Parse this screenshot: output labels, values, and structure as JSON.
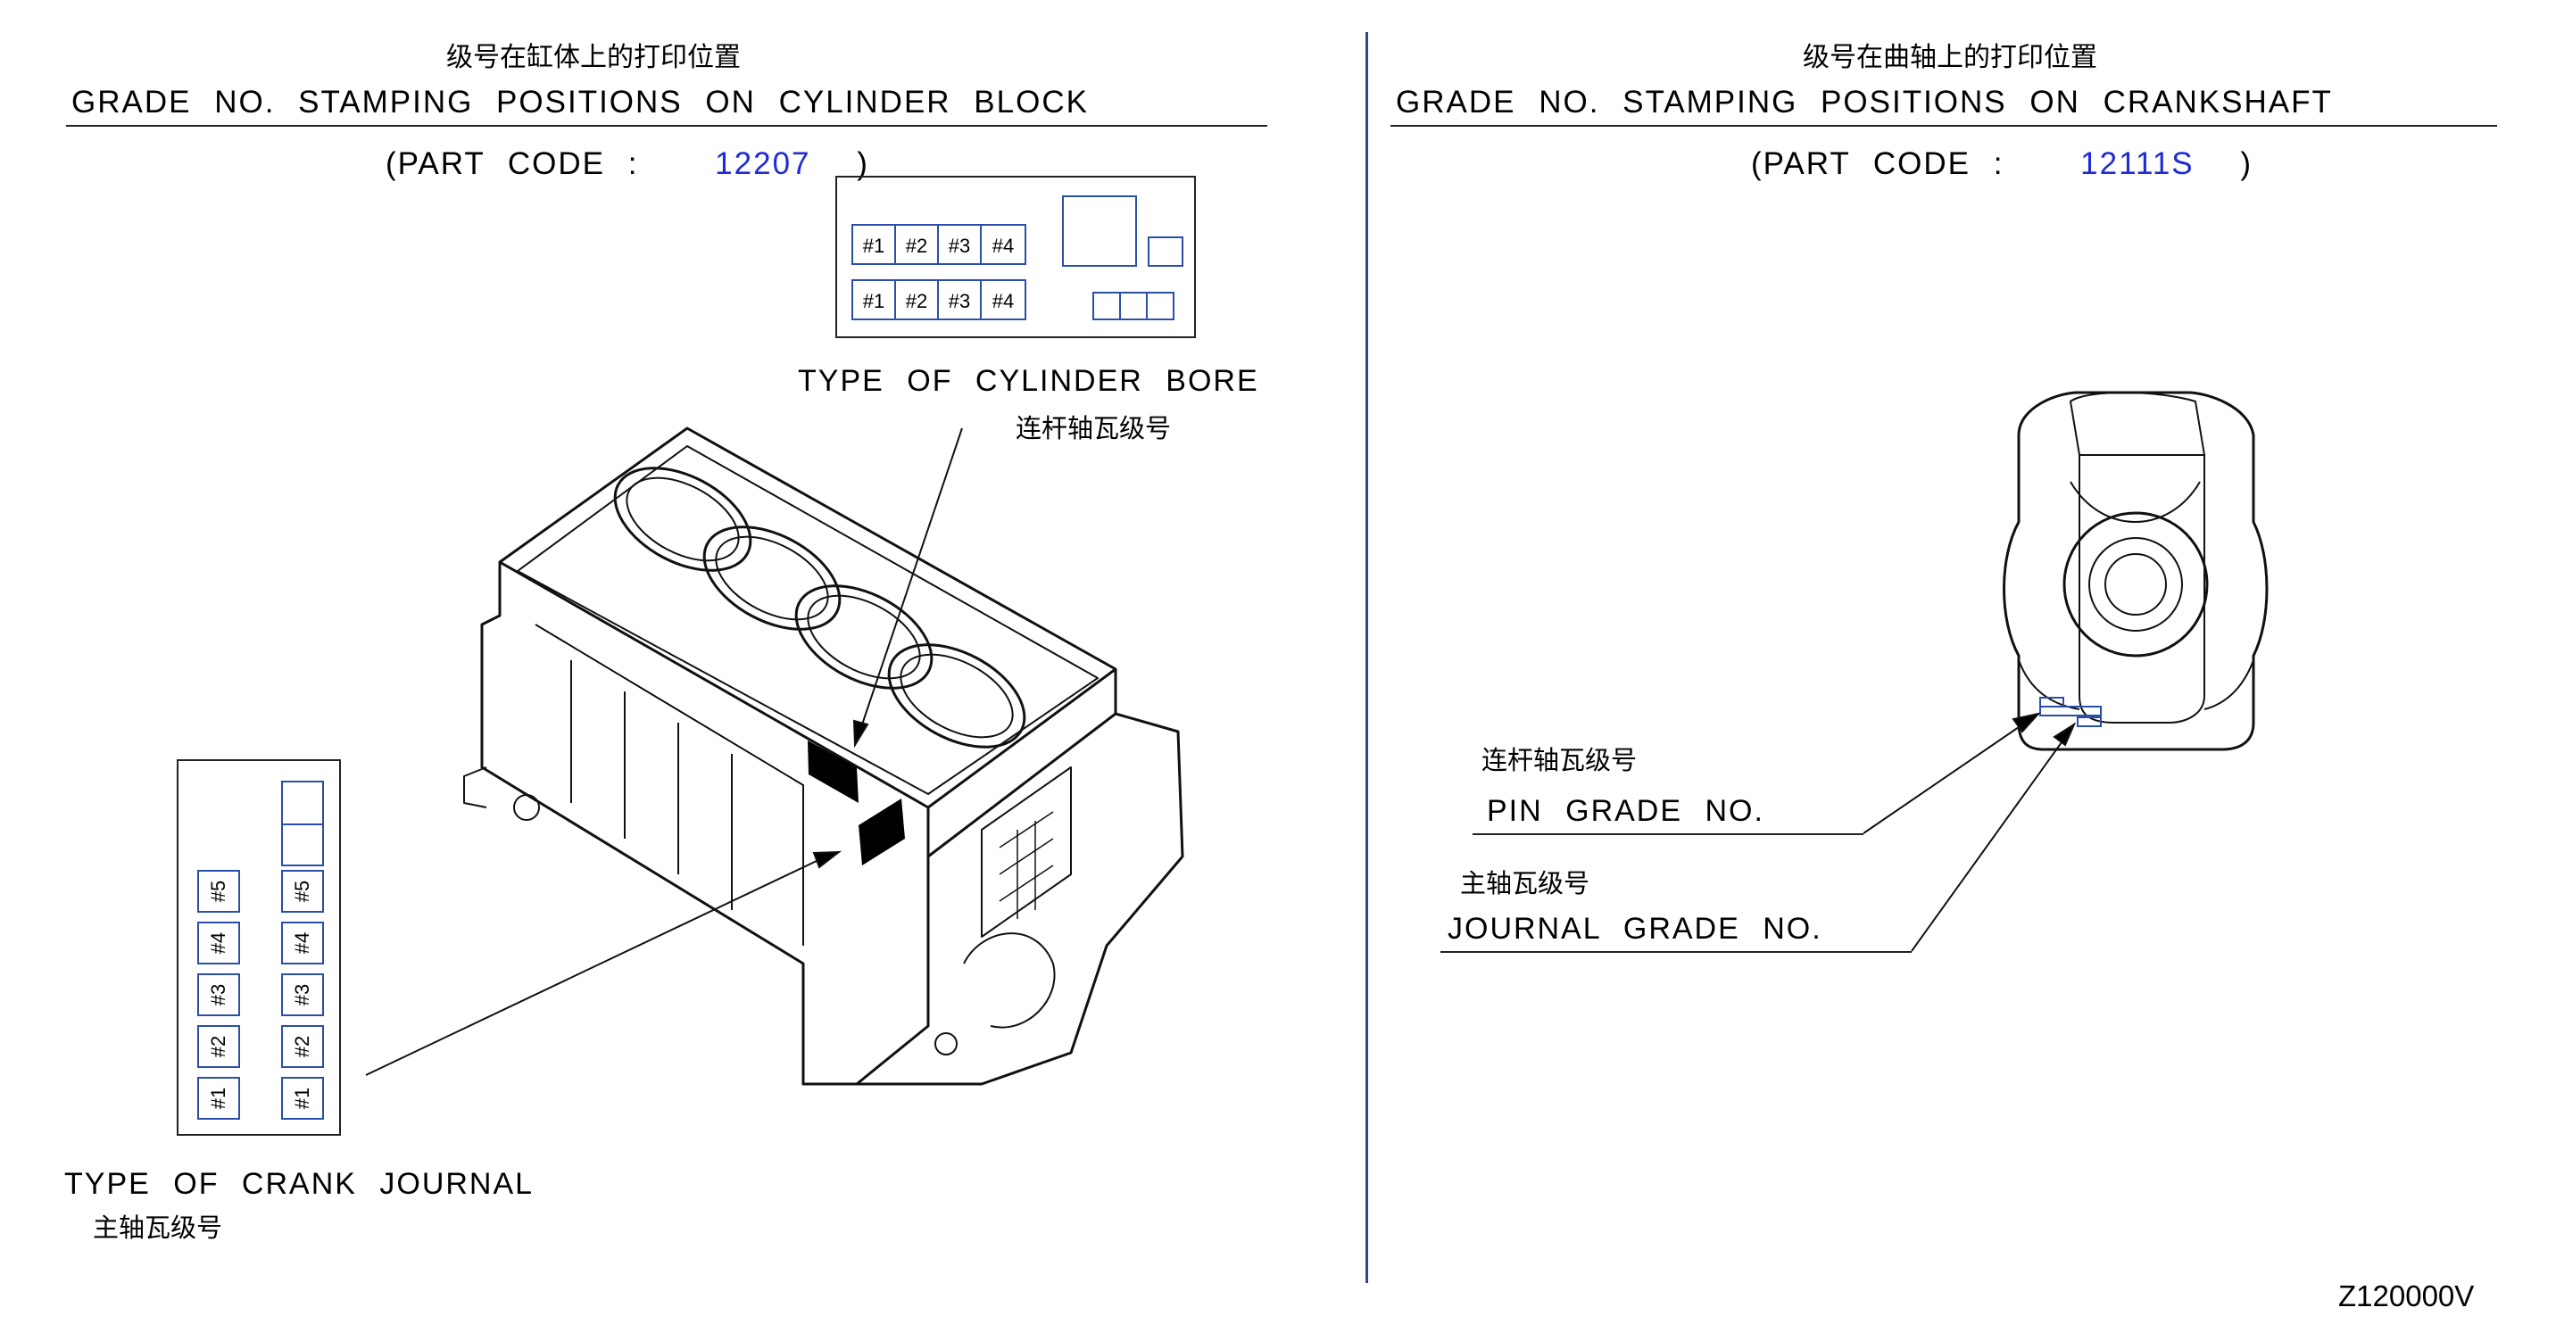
{
  "left": {
    "title_cn": "级号在缸体上的打印位置",
    "title_en": "GRADE  NO.  STAMPING  POSITIONS  ON  CYLINDER  BLOCK",
    "part_code_prefix": "(PART  CODE  :",
    "part_code": "12207",
    "part_code_suffix": ")",
    "bore_label_en": "TYPE  OF  CYLINDER  BORE",
    "bore_label_cn": "连杆轴瓦级号",
    "journal_label_en": "TYPE  OF  CRANK  JOURNAL",
    "journal_label_cn": "主轴瓦级号",
    "bore_cells": [
      "#1",
      "#2",
      "#3",
      "#4"
    ],
    "journal_cells": [
      "#5",
      "#4",
      "#3",
      "#2",
      "#1"
    ]
  },
  "right": {
    "title_cn": "级号在曲轴上的打印位置",
    "title_en": "GRADE  NO.  STAMPING  POSITIONS  ON  CRANKSHAFT",
    "part_code_prefix": "(PART  CODE  :",
    "part_code": "12111S",
    "part_code_suffix": ")",
    "pin_label_cn": "连杆轴瓦级号",
    "pin_label_en": "PIN  GRADE  NO.",
    "journal_label_cn": "主轴瓦级号",
    "journal_label_en": "JOURNAL  GRADE  NO."
  },
  "figure_code": "Z120000V",
  "colors": {
    "highlight_blue": "#1f2bd6",
    "cell_border": "#2a4fa8",
    "divider": "#2b4a8a"
  }
}
